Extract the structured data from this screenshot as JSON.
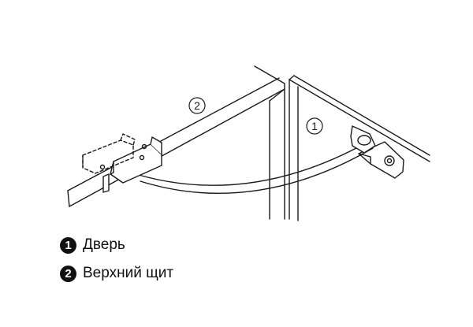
{
  "callouts": [
    {
      "number": "1",
      "label": "Дверь"
    },
    {
      "number": "2",
      "label": "Верхний щит"
    }
  ],
  "colors": {
    "line": "#1a1a1a",
    "fill": "#ffffff",
    "badge_bg": "#111111",
    "badge_fg": "#ffffff"
  }
}
